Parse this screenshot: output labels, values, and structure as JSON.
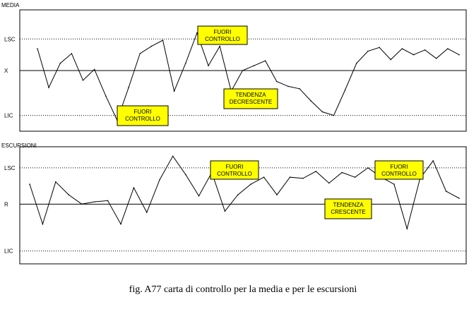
{
  "caption": "fig. A77 carta di controllo per la media e per le escursioni",
  "chart_data": [
    {
      "type": "line",
      "title": "MEDIA",
      "ylabels": {
        "upper": "LSC",
        "center": "X",
        "lower": "LIC"
      },
      "ylim": [
        0,
        1
      ],
      "limits": {
        "upper": 0.76,
        "center": 0.5,
        "lower": 0.13
      },
      "x": [
        1,
        2,
        3,
        4,
        5,
        6,
        7,
        8,
        9,
        10,
        11,
        12,
        13,
        14,
        15,
        16,
        17,
        18,
        19,
        20,
        21,
        22,
        23,
        24,
        25,
        26,
        27,
        28,
        29,
        30,
        31,
        32,
        33,
        34,
        35,
        36,
        37,
        38
      ],
      "values": [
        0.68,
        0.36,
        0.56,
        0.64,
        0.42,
        0.51,
        0.29,
        0.09,
        0.36,
        0.64,
        0.7,
        0.75,
        0.33,
        0.56,
        0.81,
        0.54,
        0.7,
        0.33,
        0.5,
        0.54,
        0.58,
        0.41,
        0.37,
        0.35,
        0.25,
        0.16,
        0.13,
        0.34,
        0.56,
        0.66,
        0.69,
        0.59,
        0.68,
        0.63,
        0.67,
        0.6,
        0.68,
        0.63
      ],
      "annotations": [
        {
          "lines": [
            "FUORI",
            "CONTROLLO"
          ]
        },
        {
          "lines": [
            "FUORI",
            "CONTROLLO"
          ]
        },
        {
          "lines": [
            "TENDENZA",
            "DECRESCENTE"
          ]
        }
      ]
    },
    {
      "type": "line",
      "title": "ESCURSIONI",
      "ylabels": {
        "upper": "LSC",
        "center": "R",
        "lower": "LIC"
      },
      "ylim": [
        0,
        1
      ],
      "limits": {
        "upper": 0.82,
        "center": 0.51,
        "lower": 0.11
      },
      "x": [
        1,
        2,
        3,
        4,
        5,
        6,
        7,
        8,
        9,
        10,
        11,
        12,
        13,
        14,
        15,
        16,
        17,
        18,
        19,
        20,
        21,
        22,
        23,
        24,
        25,
        26,
        27,
        28,
        29,
        30,
        31,
        32,
        33,
        34,
        35
      ],
      "values": [
        0.68,
        0.34,
        0.7,
        0.59,
        0.51,
        0.53,
        0.54,
        0.34,
        0.65,
        0.44,
        0.72,
        0.92,
        0.76,
        0.58,
        0.78,
        0.45,
        0.59,
        0.68,
        0.74,
        0.59,
        0.74,
        0.73,
        0.79,
        0.69,
        0.78,
        0.74,
        0.82,
        0.74,
        0.68,
        0.3,
        0.73,
        0.88,
        0.62,
        0.56
      ],
      "annotations": [
        {
          "lines": [
            "FUORI",
            "CONTROLLO"
          ]
        },
        {
          "lines": [
            "TENDENZA",
            "CRESCENTE"
          ]
        },
        {
          "lines": [
            "FUORI",
            "CONTROLLO"
          ]
        }
      ]
    }
  ]
}
